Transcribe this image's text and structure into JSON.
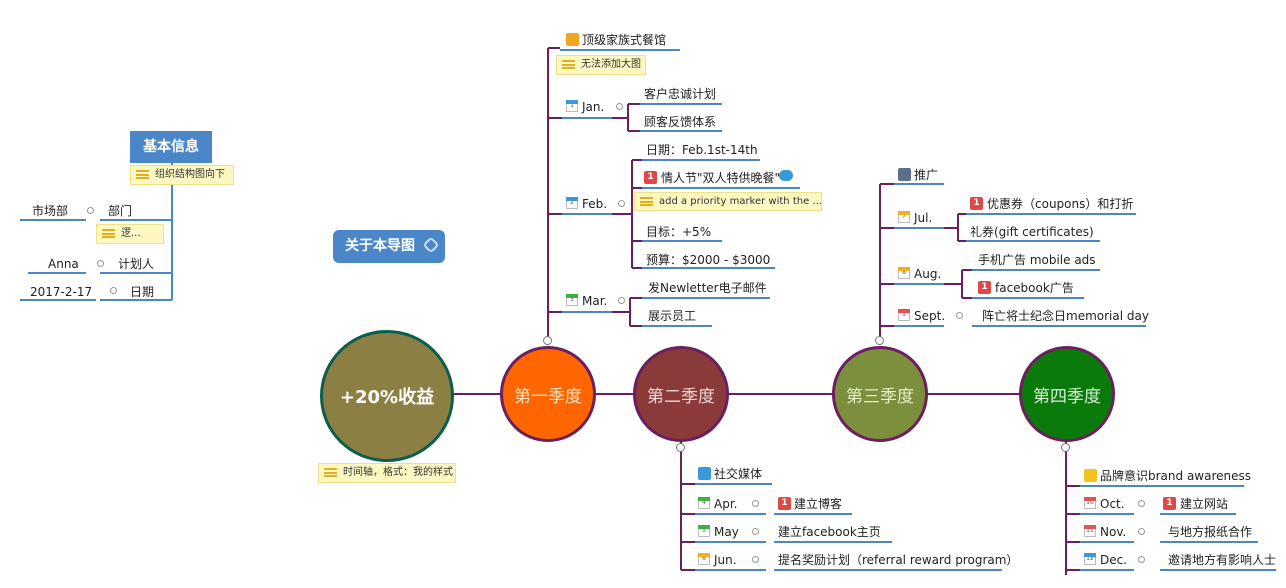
{
  "center": {
    "label": "+20%收益",
    "note": "时间轴，格式：我的样式"
  },
  "about": "关于本导图",
  "info": {
    "title": "基本信息",
    "note": "组织结构图向下",
    "dept_label": "部门",
    "dept_value": "市场部",
    "dept_note": "逻...",
    "planner_label": "计划人",
    "planner_value": "Anna",
    "date_label": "日期",
    "date_value": "2017-2-17"
  },
  "q1": {
    "label": "第一季度",
    "topic": "顶级家族式餐馆",
    "topic_note": "无法添加大图",
    "jan": {
      "label": "Jan.",
      "num": "1",
      "items": [
        "客户忠诚计划",
        "顾客反馈体系"
      ]
    },
    "feb": {
      "label": "Feb.",
      "num": "2",
      "date": "日期：Feb.1st-14th",
      "item": "情人节\"双人特供晚餐\"",
      "item_prio": "1",
      "item_note": "add a priority marker with the ...",
      "target": "目标：+5%",
      "budget": "预算：$2000 - $3000"
    },
    "mar": {
      "label": "Mar.",
      "num": "3",
      "items": [
        "发Newletter电子邮件",
        "展示员工"
      ]
    }
  },
  "q2": {
    "label": "第二季度",
    "topic": "社交媒体",
    "apr": {
      "label": "Apr.",
      "num": "4",
      "item": "建立博客",
      "prio": "1"
    },
    "may": {
      "label": "May",
      "num": "5",
      "item": "建立facebook主页"
    },
    "jun": {
      "label": "Jun.",
      "num": "6",
      "item": "提名奖励计划（referral reward program）"
    }
  },
  "q3": {
    "label": "第三季度",
    "topic": "推广",
    "jul": {
      "label": "Jul.",
      "num": "7",
      "items": [
        "优惠券（coupons）和打折",
        "礼券(gift certificates)"
      ],
      "prio": "1"
    },
    "aug": {
      "label": "Aug.",
      "num": "8",
      "items": [
        "手机广告 mobile ads",
        "facebook广告"
      ],
      "prio": "1"
    },
    "sept": {
      "label": "Sept.",
      "num": "9",
      "item": "阵亡将士纪念日memorial day"
    }
  },
  "q4": {
    "label": "第四季度",
    "topic": "品牌意识brand awareness",
    "oct": {
      "label": "Oct.",
      "num": "10",
      "item": "建立网站",
      "prio": "1"
    },
    "nov": {
      "label": "Nov.",
      "num": "11",
      "item": "与地方报纸合作"
    },
    "dec": {
      "label": "Dec.",
      "num": "12",
      "item": "邀请地方有影响人士"
    }
  },
  "colors": {
    "center": "#8c7f44",
    "q1": "#ff6600",
    "q2": "#8b3a3a",
    "q3": "#7c8f3c",
    "q4": "#0a7a0a",
    "line": "#6b1f5e",
    "underline": "#4a86c8"
  }
}
